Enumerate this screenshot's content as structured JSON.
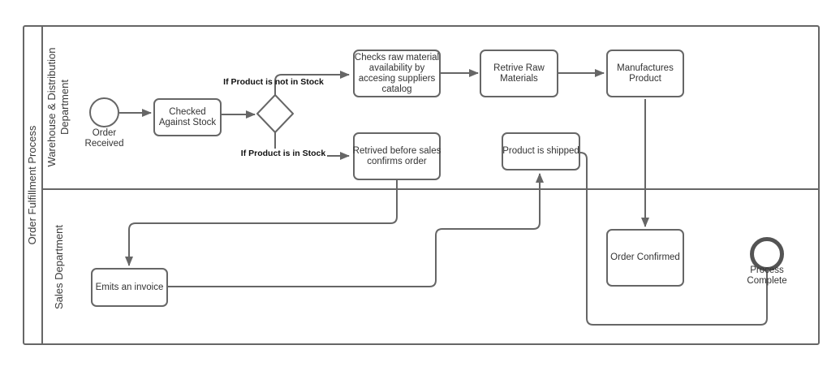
{
  "pool": {
    "title": "Order Fulfillment Process"
  },
  "lanes": [
    {
      "id": "warehouse",
      "label": "Warehouse & Distribution\nDepartment"
    },
    {
      "id": "sales",
      "label": "Sales Department"
    }
  ],
  "nodes": {
    "start_event": {
      "type": "start-event",
      "label": "Order\nReceived"
    },
    "checked_against_stock": {
      "type": "task",
      "label": "Checked\nAgainst Stock"
    },
    "check_raw_material": {
      "type": "task",
      "label": "Checks raw material\navailability by\naccesing suppliers\ncatalog"
    },
    "retrieve_raw_materials": {
      "type": "task",
      "label": "Retrive Raw\nMaterials"
    },
    "manufactures_product": {
      "type": "task",
      "label": "Manufactures\nProduct"
    },
    "retrieved_before_sales": {
      "type": "task",
      "label": "Retrived before sales\nconfirms order"
    },
    "product_is_shipped": {
      "type": "task",
      "label": "Product is shipped"
    },
    "emits_invoice": {
      "type": "task",
      "label": "Emits an invoice"
    },
    "order_confirmed": {
      "type": "task",
      "label": "Order Confirmed"
    },
    "end_event": {
      "type": "end-event",
      "label": "Process\nComplete"
    }
  },
  "edge_labels": {
    "not_in_stock": "If Product is not in Stock",
    "in_stock": "If Product is in Stock"
  },
  "colors": {
    "stroke": "#666666",
    "node_text": "#333333",
    "edge_label_text": "#111111",
    "end_event_stroke": "#545454",
    "background": "#ffffff"
  }
}
